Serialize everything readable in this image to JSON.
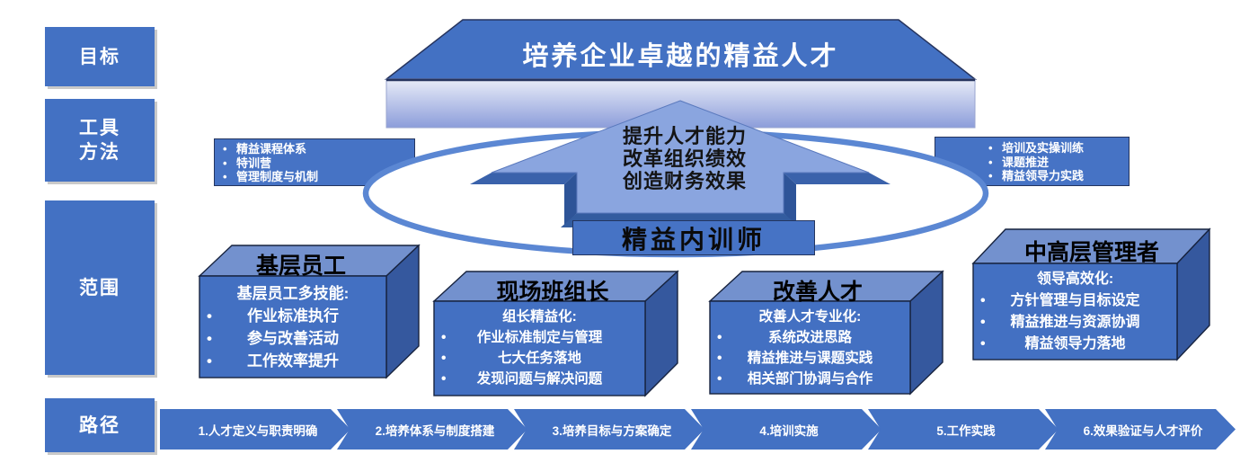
{
  "palette": {
    "primary_blue": "#4371C3",
    "arrow_light_blue": "#8AA5DF",
    "cube_top_blue": "#7391CE",
    "cube_side_blue": "#35589E",
    "ring_blue": "#5B87D3",
    "border_navy": "#24355F",
    "band_gradient_top": "#E8ECF8",
    "band_gradient_bottom": "#8C9DDA"
  },
  "left_rail": {
    "goal": {
      "lines": [
        "目标"
      ]
    },
    "tools": {
      "lines": [
        "工具",
        "方法"
      ]
    },
    "scope": {
      "lines": [
        "范围"
      ]
    },
    "path": {
      "lines": [
        "路径"
      ]
    }
  },
  "goal_banner": {
    "title": "培养企业卓越的精益人才"
  },
  "center_arrow": {
    "lines": [
      "提升人才能力",
      "改革组织绩效",
      "创造财务效果"
    ]
  },
  "trainer_badge": {
    "label": "精益内训师"
  },
  "methods_left": {
    "items": [
      "精益课程体系",
      "特训营",
      "管理制度与机制"
    ]
  },
  "methods_right": {
    "items": [
      "培训及实操训练",
      "课题推进",
      "精益领导力实践"
    ]
  },
  "cubes": [
    {
      "title": "基层员工",
      "subtitle": "基层员工多技能:",
      "items": [
        "作业标准执行",
        "参与改善活动",
        "工作效率提升"
      ]
    },
    {
      "title": "现场班组长",
      "subtitle": "组长精益化:",
      "items": [
        "作业标准制定与管理",
        "七大任务落地",
        "发现问题与解决问题"
      ]
    },
    {
      "title": "改善人才",
      "subtitle": "改善人才专业化:",
      "items": [
        "系统改进思路",
        "精益推进与课题实践",
        "相关部门协调与合作"
      ]
    },
    {
      "title": "中高层管理者",
      "subtitle": "领导高效化:",
      "items": [
        "方针管理与目标设定",
        "精益推进与资源协调",
        "精益领导力落地"
      ]
    }
  ],
  "path_steps": [
    {
      "label": "1.人才定义与职责明确"
    },
    {
      "label": "2.培养体系与制度搭建"
    },
    {
      "label": "3.培养目标与方案确定"
    },
    {
      "label": "4.培训实施"
    },
    {
      "label": "5.工作实践"
    },
    {
      "label": "6.效果验证与人才评价"
    }
  ]
}
